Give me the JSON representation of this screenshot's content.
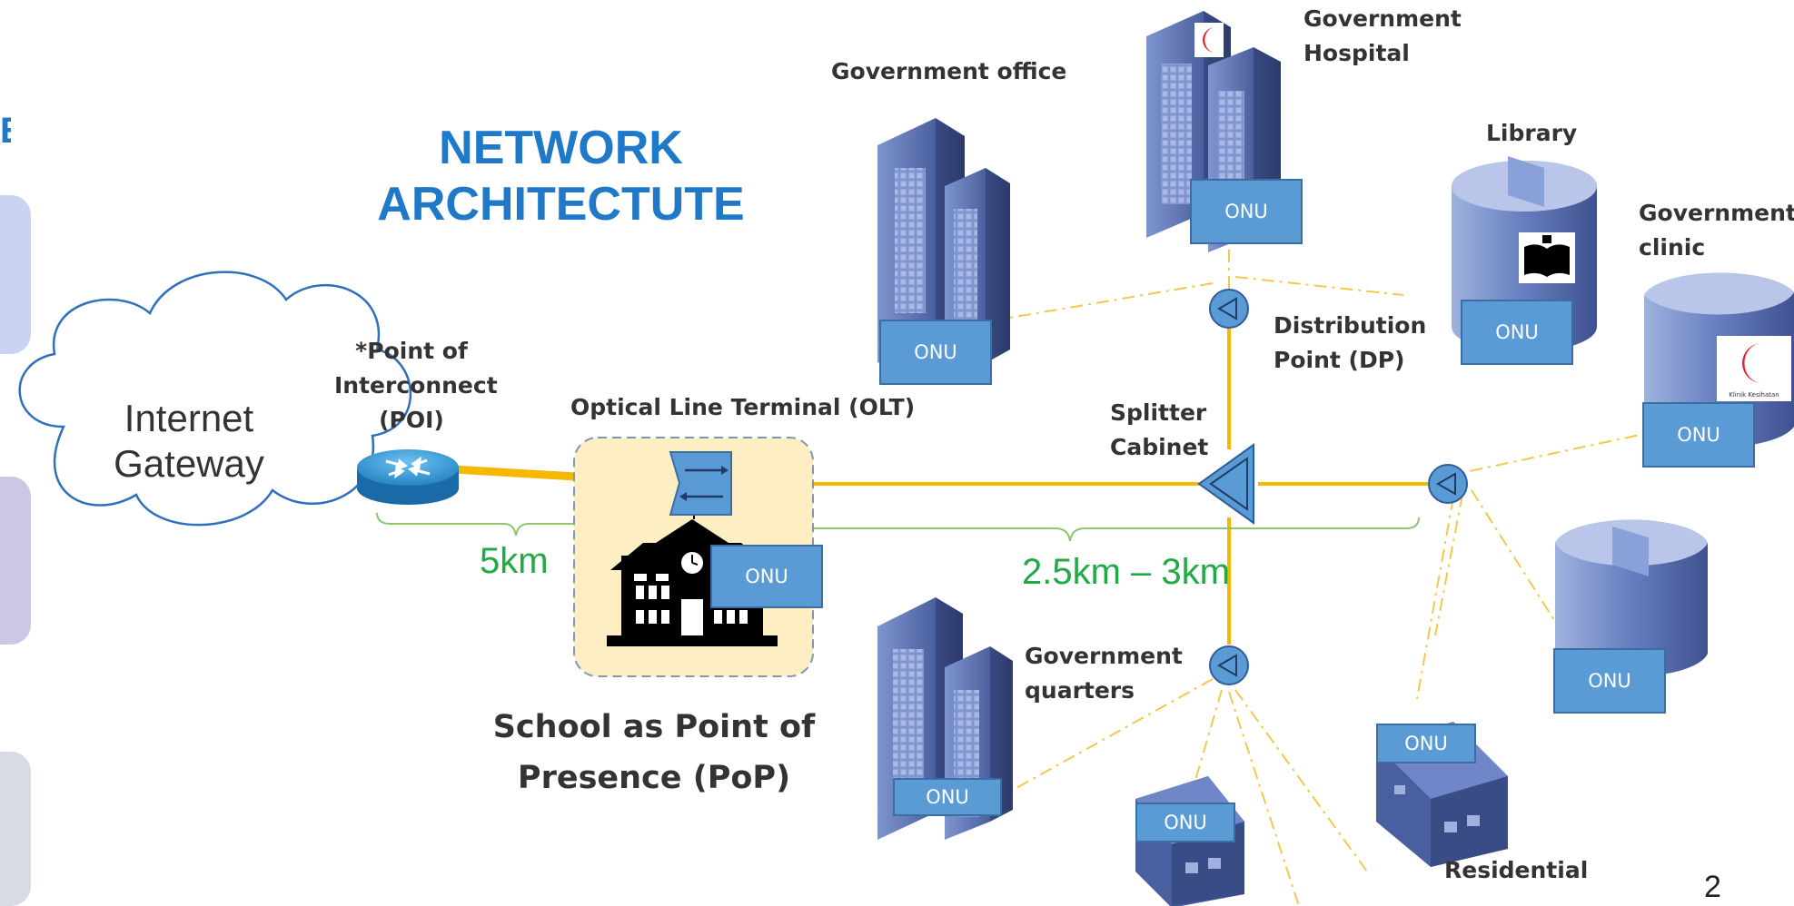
{
  "title": {
    "line1": "NETWORK",
    "line2": "ARCHITECTUTE"
  },
  "slide": {
    "edge_letter": "E",
    "page_number": "2"
  },
  "cloud": {
    "line1": "Internet",
    "line2": "Gateway"
  },
  "poi": {
    "line1": "*Point of",
    "line2": "Interconnect",
    "line3": "(POI)"
  },
  "olt": {
    "label": "Optical Line Terminal (OLT)"
  },
  "school": {
    "line1": "School as Point of",
    "line2": "Presence (PoP)"
  },
  "distances": {
    "poi_to_olt": "5km",
    "olt_to_splitter": "2.5km – 3km"
  },
  "splitter": {
    "line1": "Splitter",
    "line2": "Cabinet"
  },
  "dp": {
    "line1": "Distribution",
    "line2": "Point (DP)"
  },
  "buildings": {
    "gov_office": "Government office",
    "gov_hospital_line1": "Government",
    "gov_hospital_line2": "Hospital",
    "library": "Library",
    "gov_clinic_line1": "Government",
    "gov_clinic_line2": "clinic",
    "gov_quarters_line1": "Government",
    "gov_quarters_line2": "quarters",
    "residential": "Residential",
    "clinic_sign": "Klinik Kesihatan"
  },
  "onu_label": "ONU",
  "colors": {
    "title": "#1f78c8",
    "distance_text": "#22aa44",
    "fiber_main": "#f5b800",
    "fiber_drop": "#f2c94c",
    "bracket": "#8cc66e",
    "onu_fill": "#5b9bd5",
    "pop_zone": "#fdeec4",
    "building": "#4a5fa0"
  }
}
